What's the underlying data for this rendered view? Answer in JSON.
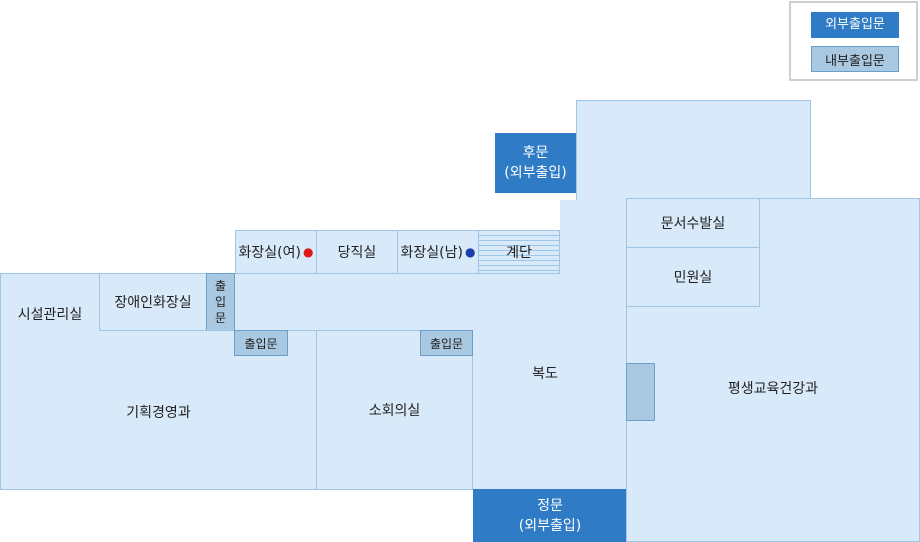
{
  "legend": {
    "external_label": "외부출입문",
    "internal_label": "내부출입문",
    "external_color": "#2f7bc6",
    "internal_color": "#a9c8e1"
  },
  "rooms": {
    "facility_mgmt": "시설관리실",
    "accessible_restroom": "장애인화장실",
    "planning_dept": "기획경영과",
    "small_meeting_room": "소회의실",
    "womens_restroom": "화장실(여)",
    "duty_room": "당직실",
    "mens_restroom": "화장실(남)",
    "stairs": "계단",
    "hallway": "복도",
    "document_office": "문서수발실",
    "civil_service": "민원실",
    "lifelong_education": "평생교육건강과"
  },
  "doors": {
    "back_gate_line1": "후문",
    "back_gate_line2": "(외부출입)",
    "main_gate_line1": "정문",
    "main_gate_line2": "(외부출입)",
    "entrance_vertical": [
      "출",
      "입",
      "문"
    ],
    "entrance_planning": "출입문",
    "entrance_meeting": "출입문"
  },
  "icons": {
    "female": "female-person-icon",
    "male": "male-person-icon"
  },
  "colors": {
    "room_fill": "#d8e9f9",
    "room_border": "#9ec6e6",
    "female_icon": "#e01818",
    "male_icon": "#1a3fa6"
  }
}
